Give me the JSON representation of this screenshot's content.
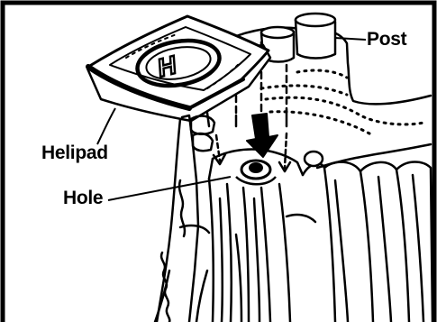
{
  "labels": {
    "post": "Post",
    "helipad": "Helipad",
    "hole": "Hole"
  },
  "helipad_letter": "H",
  "colors": {
    "ink": "#000000",
    "paper": "#ffffff"
  }
}
